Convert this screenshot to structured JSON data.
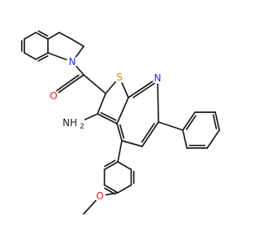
{
  "atom_labels": {
    "N1": "N",
    "O1": "O",
    "S1": "S",
    "N2": "N",
    "NH2": "NH",
    "NH2_sub": "2",
    "O2": "O"
  },
  "colors": {
    "bond": "#1a1a1a",
    "nitrogen": "#1c2de0",
    "oxygen": "#e0241c",
    "sulfur": "#b8a000"
  }
}
